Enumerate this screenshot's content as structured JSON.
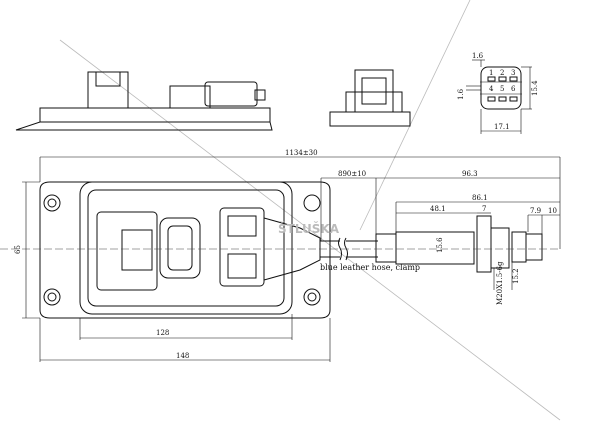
{
  "dimensions": {
    "overall_length": "1134±30",
    "cable_length": "890±10",
    "sensor_length": "96.3",
    "probe_length": "86.1",
    "body_length": "48.1",
    "hex_width": "7",
    "tip_a": "7.9",
    "tip_b": "10",
    "body_diameter": "15.6",
    "thread": "M20X1.5-6g",
    "thread_diameter": "15.2",
    "module_height": "65",
    "module_inner_width": "128",
    "module_width": "148",
    "connector_pin_offset": "1.6",
    "connector_side_offset": "1.6",
    "connector_height": "15.4",
    "connector_width": "17.1"
  },
  "notes": {
    "hose": "blue leather hose, clamp"
  },
  "connector_pins": [
    "1",
    "2",
    "3",
    "4",
    "5",
    "6"
  ],
  "watermark": "ŠTLUŠKA"
}
